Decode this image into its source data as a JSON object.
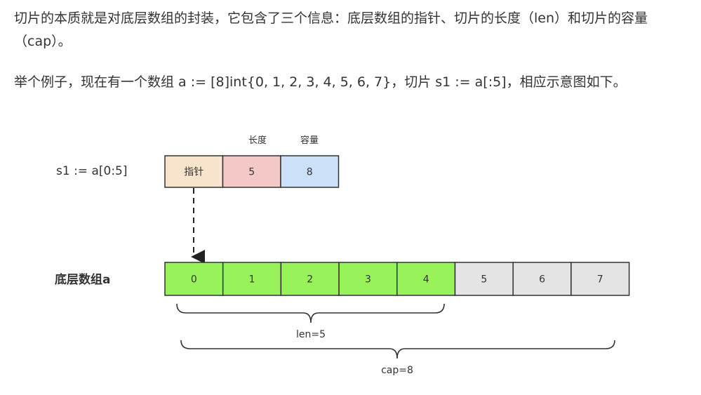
{
  "paragraphs": [
    "切片的本质就是对底层数组的封装，它包含了三个信息：底层数组的指针、切片的长度（len）和切片的容量（cap）。",
    "举个例子，现在有一个数组 a := [8]int{0, 1, 2, 3, 4, 5, 6, 7}，切片 s1 := a[:5]，相应示意图如下。"
  ],
  "diagram": {
    "slice_label": "s1 := a[0:5]",
    "header_len": "长度",
    "header_cap": "容量",
    "slice_cells": [
      "指针",
      "5",
      "8"
    ],
    "array_label": "底层数组a",
    "array_cells": [
      "0",
      "1",
      "2",
      "3",
      "4",
      "5",
      "6",
      "7"
    ],
    "len_brace_label": "len=5",
    "cap_brace_label": "cap=8",
    "colors": {
      "pointer_cell": "#f8e4cc",
      "len_cell": "#f5c8c8",
      "cap_cell": "#cce0f8",
      "in_slice": "#98f25a",
      "out_of_slice": "#e4e4e4",
      "border": "#333333"
    }
  }
}
